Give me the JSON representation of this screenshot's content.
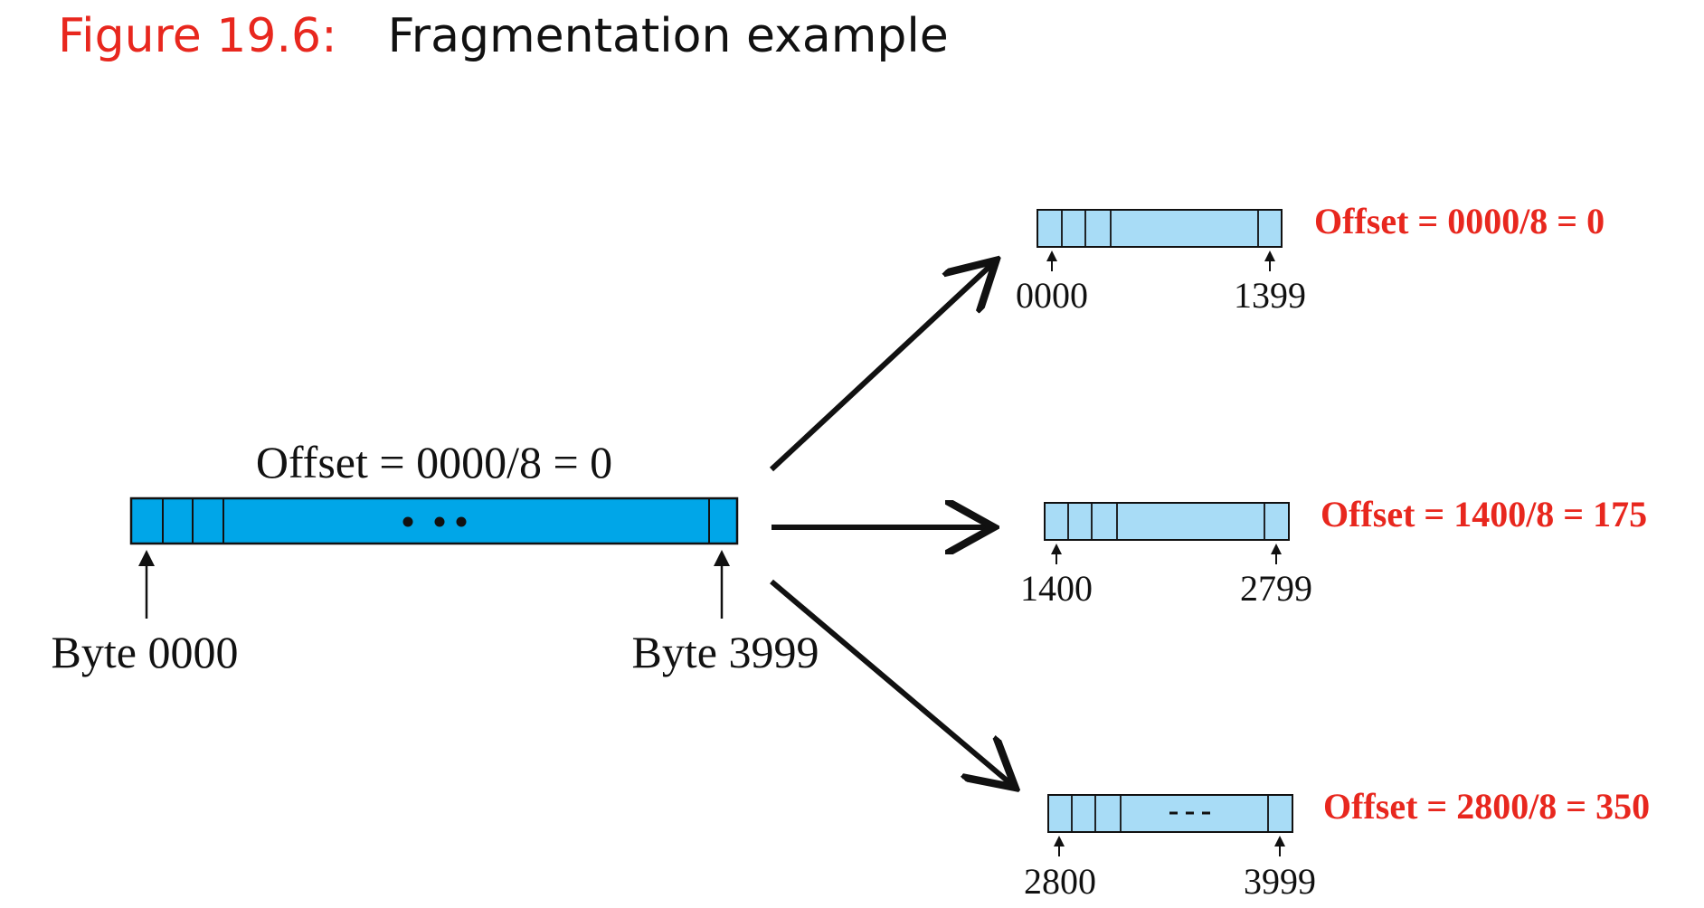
{
  "header": {
    "figure_number": "Figure 19.6:",
    "title": "Fragmentation example"
  },
  "original": {
    "offset_label": "Offset = 0000/8 = 0",
    "start_label": "Byte 0000",
    "end_label": "Byte 3999"
  },
  "fragments": [
    {
      "offset_label": "Offset = 0000/8 = 0",
      "start_label": "0000",
      "end_label": "1399"
    },
    {
      "offset_label": "Offset = 1400/8 = 175",
      "start_label": "1400",
      "end_label": "2799"
    },
    {
      "offset_label": "Offset = 2800/8 = 350",
      "start_label": "2800",
      "end_label": "3999"
    }
  ],
  "colors": {
    "original_fill": "#00a6e8",
    "fragment_fill": "#a8dcf6",
    "offset_text": "#e8271e",
    "stroke": "#111111"
  }
}
